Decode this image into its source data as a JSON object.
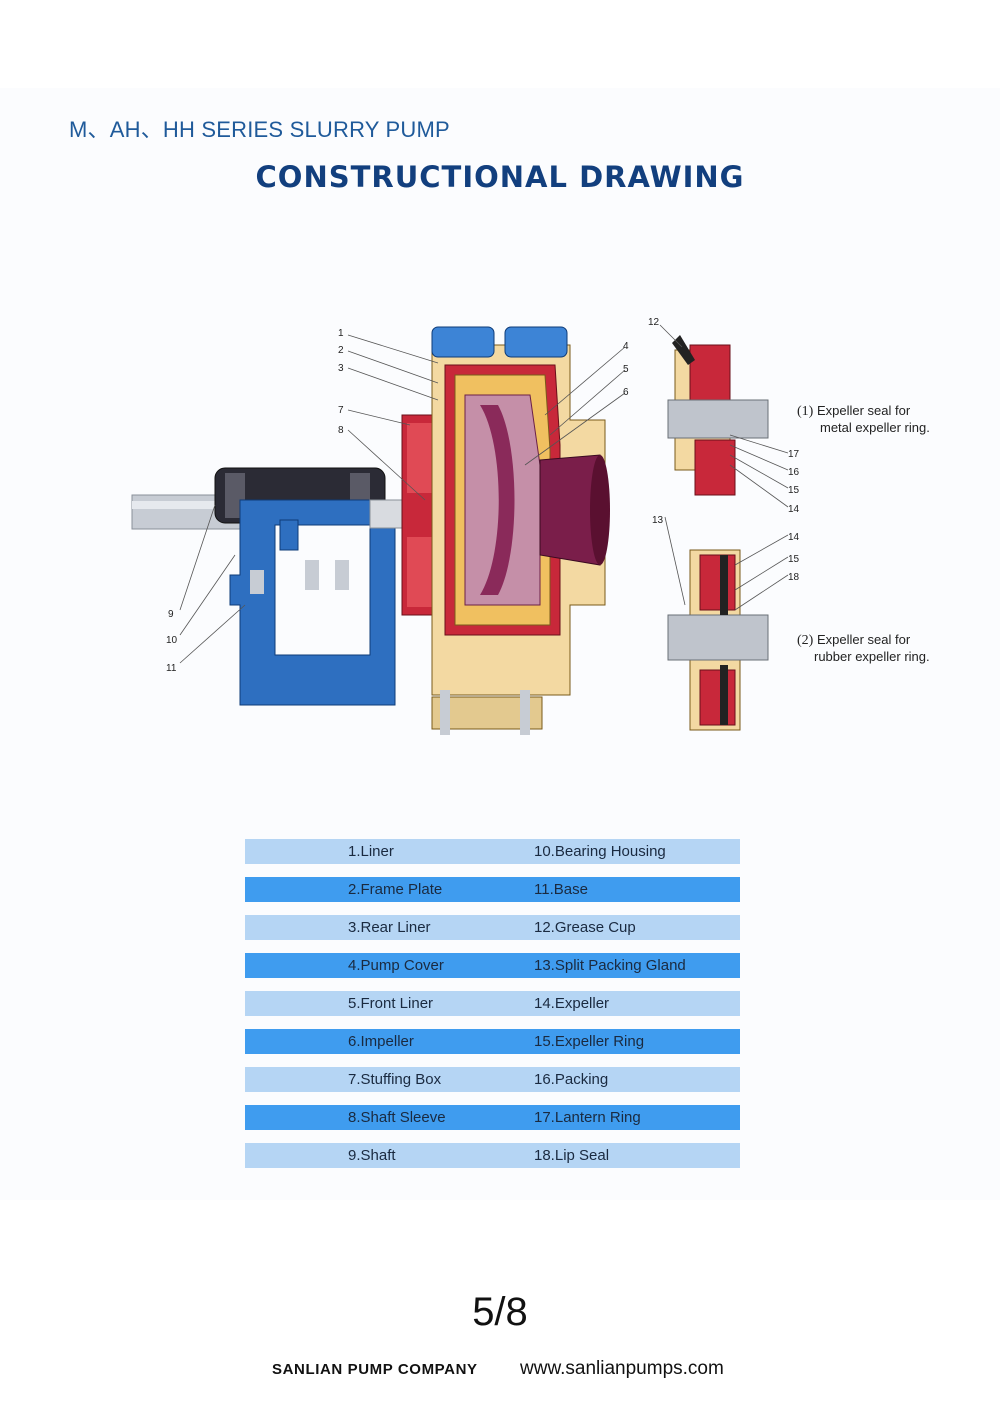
{
  "header": {
    "series_title": "M、AH、HH SERIES SLURRY PUMP",
    "main_title": "CONSTRUCTIONAL DRAWING"
  },
  "drawing": {
    "part_numbers": [
      "1",
      "2",
      "3",
      "4",
      "5",
      "6",
      "7",
      "8",
      "9",
      "10",
      "11",
      "12",
      "13",
      "14",
      "15",
      "16",
      "17",
      "18"
    ],
    "callout_metal": {
      "num": "(1)",
      "line1": "Expeller seal for",
      "line2": "metal expeller ring."
    },
    "callout_rubber": {
      "num": "(2)",
      "line1": "Expeller seal for",
      "line2": "rubber expeller ring."
    }
  },
  "legend": [
    {
      "left": "1.Liner",
      "right": "10.Bearing Housing"
    },
    {
      "left": "2.Frame Plate",
      "right": "11.Base"
    },
    {
      "left": "3.Rear Liner",
      "right": "12.Grease Cup"
    },
    {
      "left": "4.Pump Cover",
      "right": "13.Split Packing Gland"
    },
    {
      "left": "5.Front Liner",
      "right": "14.Expeller"
    },
    {
      "left": "6.Impeller",
      "right": "15.Expeller Ring"
    },
    {
      "left": "7.Stuffing Box",
      "right": "16.Packing"
    },
    {
      "left": "8.Shaft Sleeve",
      "right": "17.Lantern Ring"
    },
    {
      "left": "9.Shaft",
      "right": "18.Lip Seal"
    }
  ],
  "footer": {
    "page": "5/8",
    "company": "SANLIAN PUMP COMPANY",
    "website": "www.sanlianpumps.com"
  },
  "colors": {
    "title_blue": "#123f7e",
    "series_blue": "#1f5a9a",
    "row_light": "#b5d5f4",
    "row_dark": "#3f9cef",
    "frame_blue": "#2e6fc0",
    "liner_yellow": "#f0c060",
    "casing_red": "#c8283a",
    "impeller_purple": "#8a2a5a"
  }
}
